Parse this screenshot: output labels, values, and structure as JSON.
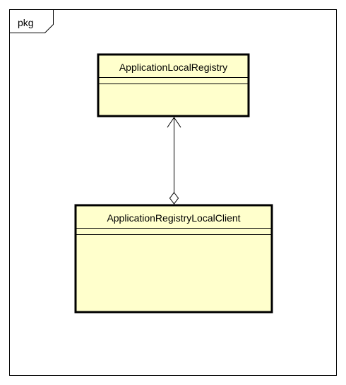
{
  "package": {
    "label": "pkg"
  },
  "classes": [
    {
      "name": "ApplicationLocalRegistry"
    },
    {
      "name": "ApplicationRegistryLocalClient"
    }
  ],
  "relationship": {
    "type": "aggregation",
    "navigable_end": "ApplicationLocalRegistry",
    "aggregate_end": "ApplicationRegistryLocalClient"
  },
  "colors": {
    "class_fill": "#FFFFCC",
    "stroke": "#000000",
    "background": "#FFFFFF"
  }
}
